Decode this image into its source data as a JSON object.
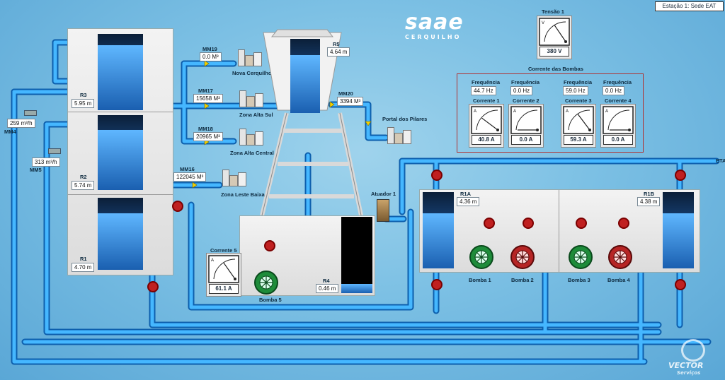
{
  "station": "Estação 1: Sede EAT",
  "logo": {
    "name": "saae",
    "sub": "CERQUILHO"
  },
  "vendor": {
    "name": "VECTOR",
    "sub": "Serviços"
  },
  "tension": {
    "label": "Tensão 1",
    "value": "380 V",
    "level": 0.62
  },
  "pump_currents_title": "Corrente das Bombas",
  "frequencies": [
    {
      "label": "Frequência",
      "value": "44.7 Hz"
    },
    {
      "label": "Frequência",
      "value": "0.0 Hz"
    },
    {
      "label": "Frequência",
      "value": "59.0 Hz"
    },
    {
      "label": "Frequência",
      "value": "0.0 Hz"
    }
  ],
  "currents": [
    {
      "label": "Corrente 1",
      "value": "40.8 A",
      "level": 0.41
    },
    {
      "label": "Corrente 2",
      "value": "0.0 A",
      "level": 0.0
    },
    {
      "label": "Corrente 3",
      "value": "59.3 A",
      "level": 0.59
    },
    {
      "label": "Corrente 4",
      "value": "0.0 A",
      "level": 0.0
    }
  ],
  "corrente5": {
    "label": "Corrente 5",
    "value": "61.1 A",
    "level": 0.61
  },
  "gauge_ticks": [
    "0",
    "25",
    "50",
    "75",
    "100"
  ],
  "tension_ticks": [
    "0",
    "200",
    "400",
    "600"
  ],
  "gauge_unit_a": "A",
  "gauge_unit_v": "V",
  "reservoirs": {
    "r1": {
      "label": "R1",
      "value": "4.70 m"
    },
    "r2": {
      "label": "R2",
      "value": "5.74 m"
    },
    "r3": {
      "label": "R3",
      "value": "5.95 m"
    },
    "r4": {
      "label": "R4",
      "value": "0.46 m"
    },
    "r5": {
      "label": "R5",
      "value": "4.64 m"
    },
    "r1a": {
      "label": "R1A",
      "value": "4.36 m"
    },
    "r1b": {
      "label": "R1B",
      "value": "4.38 m"
    }
  },
  "meters": {
    "mm19": {
      "label": "MM19",
      "value": "0.0 M³"
    },
    "mm17": {
      "label": "MM17",
      "value": "15658 M³"
    },
    "mm18": {
      "label": "MM18",
      "value": "20965 M³"
    },
    "mm16": {
      "label": "MM16",
      "value": "122045 M³"
    },
    "mm20": {
      "label": "MM20",
      "value": "3394 M³"
    },
    "mm4": {
      "label": "MM4",
      "value": "259 m³/h"
    },
    "mm5": {
      "label": "MM5",
      "value": "313 m³/h"
    }
  },
  "zones": {
    "nova": "Nova Cerquilho",
    "alta_sul": "Zona Alta Sul",
    "alta_central": "Zona Alta Central",
    "leste": "Zona Leste Baixa",
    "pilares": "Portal dos Pilares"
  },
  "atuador": "Atuador 1",
  "eta": "ETA",
  "pumps": {
    "b1": "Bomba 1",
    "b2": "Bomba 2",
    "b3": "Bomba 3",
    "b4": "Bomba 4",
    "b5": "Bomba 5"
  },
  "colors": {
    "pipe": "#2f9be8",
    "pipe_dark": "#0c5fae",
    "pump_on": "#1e8c3a",
    "pump_off": "#b62525"
  }
}
